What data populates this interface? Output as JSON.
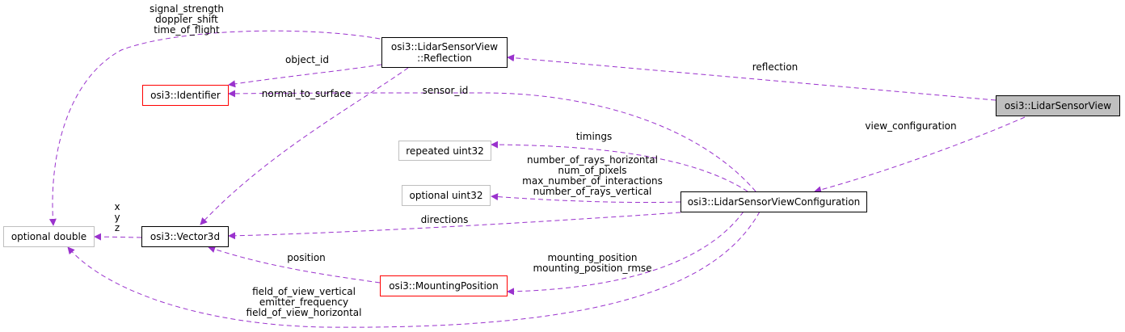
{
  "nodes": {
    "lidar_sensor_view": "osi3::LidarSensorView",
    "reflection_line1": "osi3::LidarSensorView",
    "reflection_line2": "::Reflection",
    "identifier": "osi3::Identifier",
    "repeated_uint32": "repeated uint32",
    "optional_uint32": "optional uint32",
    "configuration": "osi3::LidarSensorViewConfiguration",
    "optional_double": "optional double",
    "vector3d": "osi3::Vector3d",
    "mounting_position": "osi3::MountingPosition"
  },
  "labels": {
    "reflection": "reflection",
    "view_configuration": "view_configuration",
    "reflection_doubles": [
      "signal_strength",
      "doppler_shift",
      "time_of_flight"
    ],
    "object_id": "object_id",
    "normal_to_surface": "normal_to_surface",
    "sensor_id": "sensor_id",
    "timings": "timings",
    "uint32_fields": [
      "number_of_rays_horizontal",
      "num_of_pixels",
      "max_number_of_interactions",
      "number_of_rays_vertical"
    ],
    "directions": "directions",
    "xyz": [
      "x",
      "y",
      "z"
    ],
    "position": "position",
    "mounting_fields": [
      "mounting_position",
      "mounting_position_rmse"
    ],
    "config_doubles": [
      "field_of_view_vertical",
      "emitter_frequency",
      "field_of_view_horizontal"
    ]
  },
  "colors": {
    "edge": "#9a32cd",
    "highlight": "#bfbfbf",
    "red_border": "#ff0000",
    "gray_border": "#bfbfbf"
  }
}
